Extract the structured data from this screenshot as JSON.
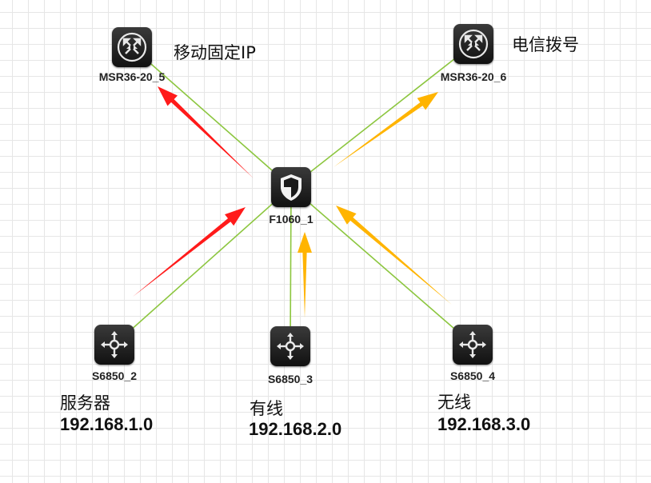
{
  "diagram": {
    "nodes": [
      {
        "id": "msr5",
        "label": "MSR36-20_5",
        "kind": "router",
        "icon": "router-icon"
      },
      {
        "id": "msr6",
        "label": "MSR36-20_6",
        "kind": "router",
        "icon": "router-icon"
      },
      {
        "id": "fw",
        "label": "F1060_1",
        "kind": "firewall",
        "icon": "firewall-shield-icon"
      },
      {
        "id": "s2",
        "label": "S6850_2",
        "kind": "switch",
        "icon": "switch-icon"
      },
      {
        "id": "s3",
        "label": "S6850_3",
        "kind": "switch",
        "icon": "switch-icon"
      },
      {
        "id": "s4",
        "label": "S6850_4",
        "kind": "switch",
        "icon": "switch-icon"
      }
    ],
    "links": [
      {
        "from": "fw",
        "to": "msr5"
      },
      {
        "from": "fw",
        "to": "msr6"
      },
      {
        "from": "fw",
        "to": "s2"
      },
      {
        "from": "fw",
        "to": "s3"
      },
      {
        "from": "fw",
        "to": "s4"
      }
    ],
    "flows": [
      {
        "from": "s2",
        "to": "fw",
        "color": "red"
      },
      {
        "from": "fw",
        "to": "msr5",
        "color": "red"
      },
      {
        "from": "s3",
        "to": "fw",
        "color": "orange"
      },
      {
        "from": "s4",
        "to": "fw",
        "color": "orange"
      },
      {
        "from": "fw",
        "to": "msr6",
        "color": "orange"
      }
    ],
    "annotations": {
      "msr5": "移动固定IP",
      "msr6": "电信拨号",
      "s2": "服务器",
      "s3": "有线",
      "s4": "无线"
    },
    "subnets": {
      "s2": "192.168.1.0",
      "s3": "192.168.2.0",
      "s4": "192.168.3.0"
    }
  },
  "colors": {
    "link": "#8cc63f",
    "red": "#ff1a1a",
    "orange": "#ffb400",
    "icon_bg": "#1a1a1a"
  }
}
